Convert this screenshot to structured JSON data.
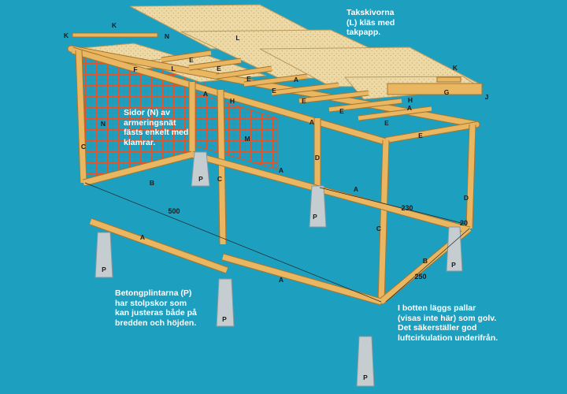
{
  "notes": {
    "roof": [
      "Takskivorna",
      "(L) kläs med",
      "takpapp."
    ],
    "sides": [
      "Sidor (N) av",
      "armeringsnät",
      "fästs enkelt med",
      "klamrar."
    ],
    "plinths": [
      "Betongplintarna (P)",
      "har stolpskor som",
      "kan justeras både på",
      "bredden och höjden."
    ],
    "floor": [
      "I botten läggs pallar",
      "(visas inte här) som golv.",
      "Det säkerställer god",
      "luftcirkulation underifrån."
    ]
  },
  "dimensions": {
    "length": "500",
    "depth": "230",
    "width": "250",
    "end": "20"
  },
  "part_labels": {
    "A": "A",
    "B": "B",
    "C": "C",
    "D": "D",
    "E": "E",
    "F": "F",
    "G": "G",
    "H": "H",
    "J": "J",
    "K": "K",
    "L": "L",
    "M": "M",
    "N": "N",
    "P": "P"
  },
  "colors": {
    "background": "#1d9fbf",
    "wood": "#e9b761",
    "wood_edge": "#a8752c",
    "board": "#ecd9a6",
    "concrete": "#c5cdd0",
    "mesh": "#e0542a",
    "text": "#ffffff"
  }
}
